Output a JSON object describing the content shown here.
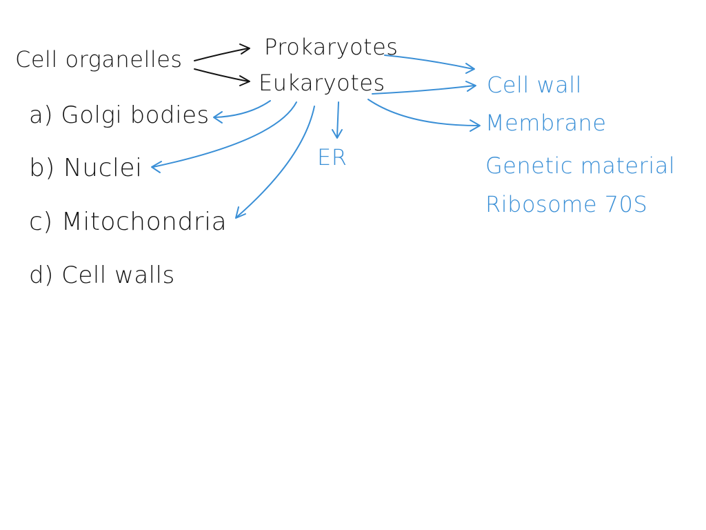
{
  "diagram": {
    "root": "Cell organelles",
    "branches": {
      "prokaryotes": "Prokaryotes",
      "eukaryotes": "Eukaryotes"
    },
    "options": [
      "a) Golgi bodies",
      "b) Nuclei",
      "c) Mitochondria",
      "d) Cell walls"
    ],
    "eukaryote_extra": "ER",
    "prokaryote_parts": [
      "Cell wall",
      "Membrane",
      "Genetic material",
      "Ribosome 70S"
    ]
  },
  "colors": {
    "ink": "#141414",
    "annotation": "#3a8fd6",
    "background": "#ffffff"
  }
}
